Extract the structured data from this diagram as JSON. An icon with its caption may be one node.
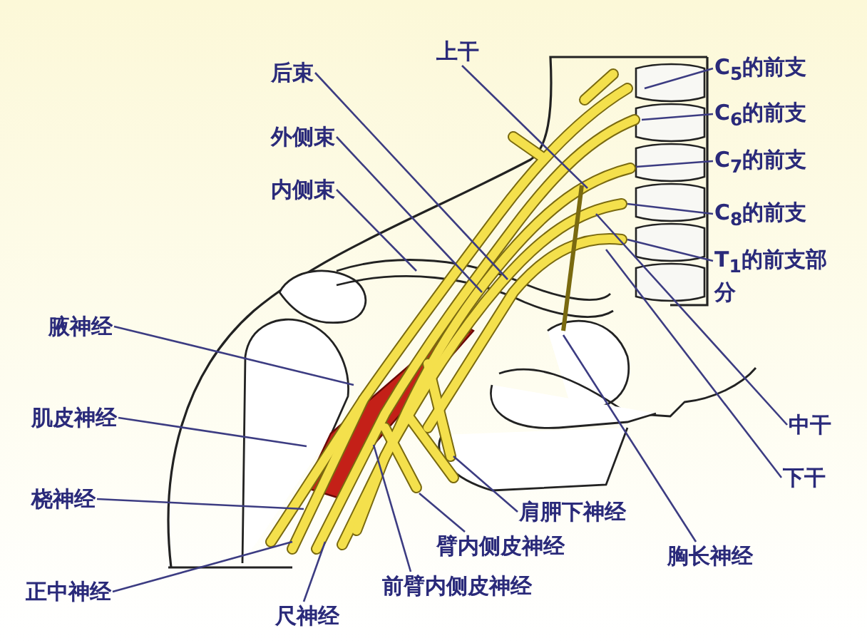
{
  "diagram": {
    "nodes": [
      {
        "text": [
          "上干"
        ]
      },
      {
        "text": [
          "后束"
        ]
      },
      {
        "text": [
          "外侧束"
        ]
      },
      {
        "text": [
          "内侧束"
        ]
      },
      {
        "text": [
          "C$_{5}$的前支"
        ]
      },
      {
        "text": [
          "C$_{6}$的前支"
        ]
      },
      {
        "text": [
          "C$_{7}$的前支"
        ]
      },
      {
        "text": [
          "C$_{8}$的前支"
        ]
      },
      {
        "text": [
          "T$_{1}$的前支部分"
        ]
      },
      {
        "text": [
          "腋神经"
        ]
      },
      {
        "text": [
          "肌皮神经"
        ]
      },
      {
        "text": [
          "中干"
        ]
      },
      {
        "text": [
          "下干"
        ]
      },
      {
        "text": [
          "桡神经"
        ]
      },
      {
        "text": [
          "肩胛下神经"
        ]
      },
      {
        "text": [
          "臂内侧皮神经"
        ]
      },
      {
        "text": [
          "胸长神经"
        ]
      },
      {
        "text": [
          "正中神经"
        ]
      },
      {
        "text": [
          "前臂内侧皮神经"
        ]
      },
      {
        "text": [
          "尺神经"
        ]
      }
    ],
    "edges": [
      {
        "from": 0,
        "to": null,
        "arrow": "none"
      },
      {
        "from": 1,
        "to": null,
        "arrow": "none"
      },
      {
        "from": 2,
        "to": null,
        "arrow": "none"
      },
      {
        "from": 3,
        "to": null,
        "arrow": "none"
      },
      {
        "from": 4,
        "to": null,
        "arrow": "none"
      },
      {
        "from": 5,
        "to": null,
        "arrow": "none"
      },
      {
        "from": 6,
        "to": null,
        "arrow": "none"
      },
      {
        "from": 7,
        "to": null,
        "arrow": "none"
      },
      {
        "from": 8,
        "to": null,
        "arrow": "none"
      },
      {
        "from": 9,
        "to": null,
        "arrow": "none"
      },
      {
        "from": 10,
        "to": null,
        "arrow": "none"
      },
      {
        "from": 11,
        "to": null,
        "arrow": "none"
      },
      {
        "from": 12,
        "to": null,
        "arrow": "none"
      },
      {
        "from": 13,
        "to": null,
        "arrow": "none"
      },
      {
        "from": 14,
        "to": null,
        "arrow": "none"
      },
      {
        "from": 15,
        "to": null,
        "arrow": "none"
      },
      {
        "from": 16,
        "to": null,
        "arrow": "none"
      },
      {
        "from": 17,
        "to": null,
        "arrow": "none"
      },
      {
        "from": 18,
        "to": null,
        "arrow": "none"
      },
      {
        "from": 19,
        "to": null,
        "arrow": "none"
      }
    ]
  }
}
